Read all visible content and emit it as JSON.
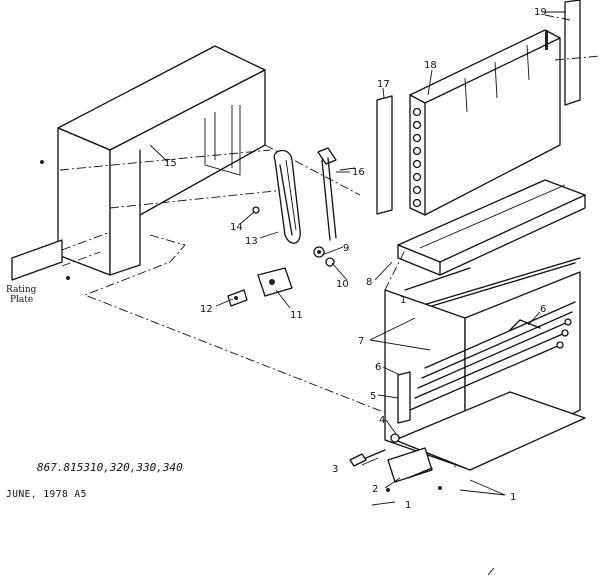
{
  "callouts": {
    "c1a": "1",
    "c1b": "1",
    "c1c": "1",
    "c2": "2",
    "c3": "3",
    "c4": "4",
    "c5": "5",
    "c6a": "6",
    "c6b": "6",
    "c7": "7",
    "c8": "8",
    "c9": "9",
    "c10": "10",
    "c11": "11",
    "c12": "12",
    "c13": "13",
    "c14": "14",
    "c15": "15",
    "c16": "16",
    "c17": "17",
    "c18": "18",
    "c19": "19"
  },
  "rating_plate": {
    "line1": "Rating",
    "line2": "Plate"
  },
  "model_numbers": "867.815310,320,330,340",
  "date_code": "JUNE, 1978 A5"
}
